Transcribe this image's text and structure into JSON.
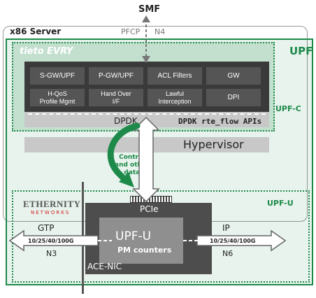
{
  "top": {
    "smf": "SMF",
    "pfcp": "PFCP",
    "n4": "N4"
  },
  "server": {
    "title": "x86 Server"
  },
  "upf": {
    "label": "UPF",
    "upf_c_label": "UPF-C",
    "upf_u_label": "UPF-U",
    "brand": "tieto EVRY"
  },
  "functions": [
    "S-GW/UPF",
    "P-GW/UPF",
    "ACL Filters",
    "GW",
    "H-QoS\nProfile Mgmt",
    "Hand Over\nI/F",
    "Lawful\nInterception",
    "DPI"
  ],
  "dpdk": {
    "label": "DPDK",
    "apis": "DPDK rte_flow APIs"
  },
  "hypervisor": {
    "label": "Hypervisor"
  },
  "control": {
    "line1": "Control",
    "line2": "and other",
    "line3": "data"
  },
  "ethernity": {
    "name": "ETHERNITY",
    "sub": "NETWORKS"
  },
  "nic": {
    "pcie": "PCIe",
    "title": "UPF-U",
    "counters": "PM counters",
    "name": "ACE-NIC"
  },
  "left_port": {
    "protocol": "GTP",
    "speed": "10/25/40/100G",
    "interface": "N3"
  },
  "right_port": {
    "protocol": "IP",
    "speed": "10/25/40/100G",
    "interface": "N6"
  },
  "colors": {
    "green": "#1e8a4a",
    "dark_panel": "#3a3a3a",
    "nic_gray": "#4d4d4d",
    "nic_inner": "#8f8f8f",
    "light_gray": "#c8c8c8"
  }
}
